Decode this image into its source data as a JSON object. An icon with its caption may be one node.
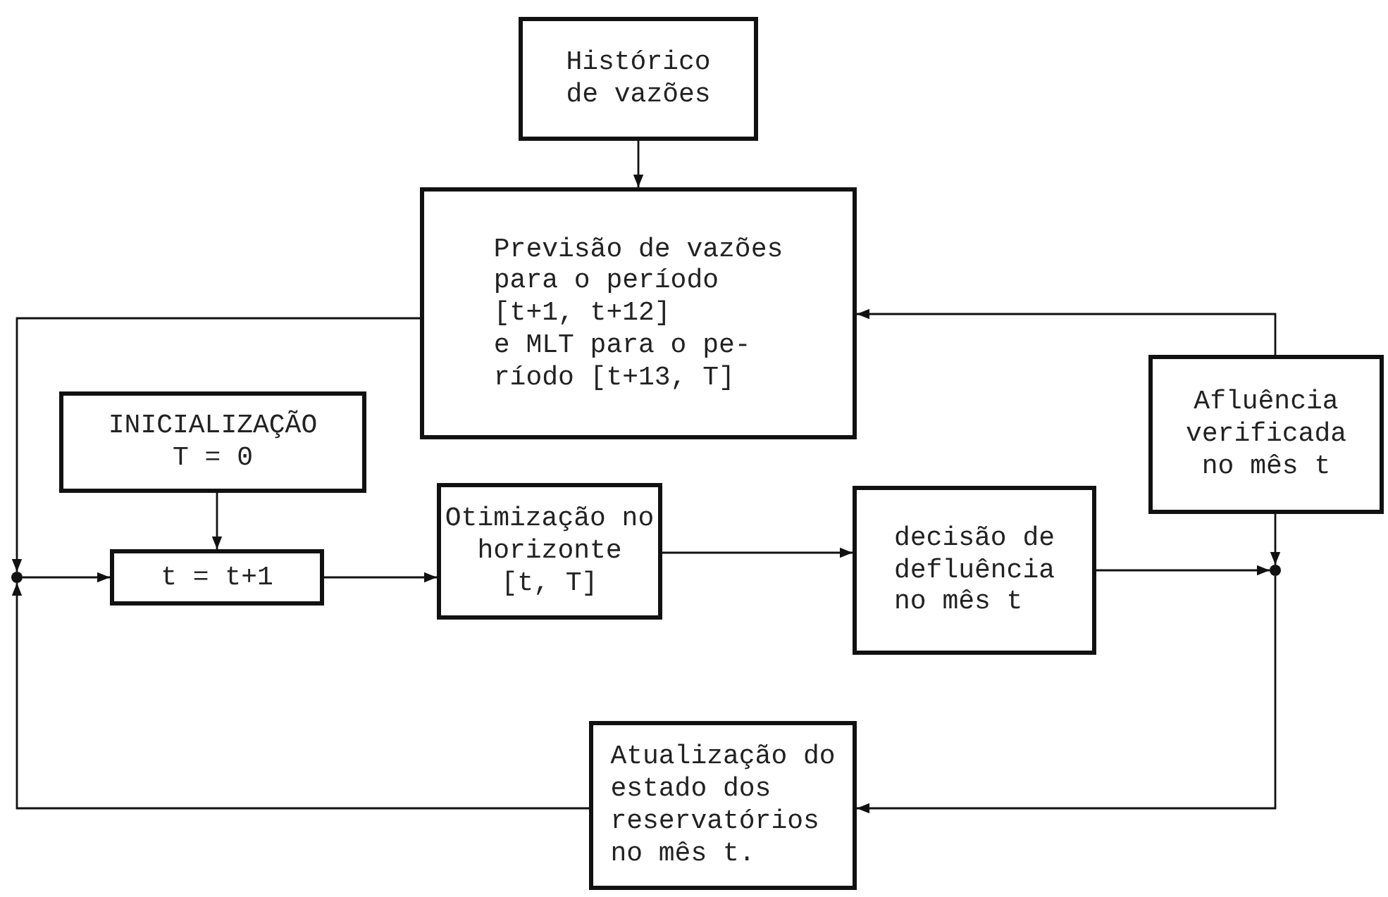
{
  "diagram": {
    "nodes": [
      {
        "text": [
          "Histórico de vazões"
        ]
      },
      {
        "text": [
          "Previsão de vazões para o período [t+1, t+12]",
          "e MLT para o pe- ríodo [t+13, T]"
        ]
      },
      {
        "text": [
          "INICIALIZAÇÃO T = 0"
        ]
      },
      {
        "text": [
          "Afluência verificada no mês t"
        ]
      },
      {
        "text": [],
        "shape": "circle"
      },
      {
        "text": [
          "t = t+1"
        ]
      },
      {
        "text": [
          "Otimização no horizonte",
          "[t, T]"
        ]
      },
      {
        "text": [
          "decisão de defluência no mês t"
        ]
      },
      {
        "text": [],
        "shape": "circle"
      },
      {
        "text": [
          "Atualização do estado dos reservatórios no mês t."
        ]
      }
    ],
    "edges": [
      {
        "from": 0,
        "to": 1,
        "arrow": "to"
      },
      {
        "from": 3,
        "to": 1,
        "arrow": "to"
      },
      {
        "from": 1,
        "to": 4,
        "arrow": "to"
      },
      {
        "from": 2,
        "to": 5,
        "arrow": "to"
      },
      {
        "from": 4,
        "to": 5,
        "arrow": "to"
      },
      {
        "from": 5,
        "to": 6,
        "arrow": "to"
      },
      {
        "from": 6,
        "to": 7,
        "arrow": "to"
      },
      {
        "from": 7,
        "to": 8,
        "arrow": "to"
      },
      {
        "from": 3,
        "to": 8,
        "arrow": "to"
      },
      {
        "from": 8,
        "to": 9,
        "arrow": "to"
      },
      {
        "from": 9,
        "to": 4,
        "arrow": "to"
      }
    ]
  }
}
